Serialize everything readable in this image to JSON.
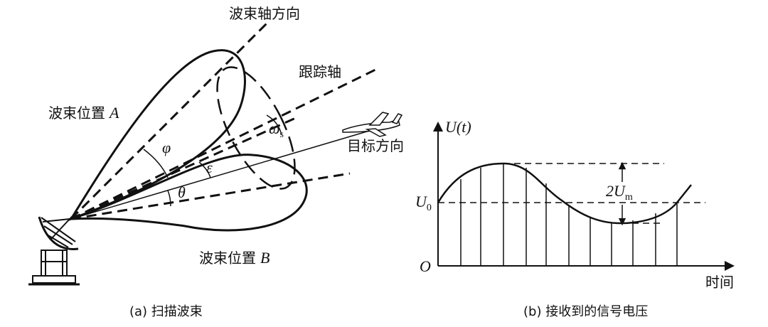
{
  "left": {
    "beam_axis": "波束轴方向",
    "tracking_axis": "跟踪轴",
    "beam_a": "波束位置",
    "beam_a_letter": "A",
    "beam_b": "波束位置",
    "beam_b_letter": "B",
    "target_dir": "目标方向",
    "phi": "φ",
    "epsilon": "ε",
    "theta": "θ",
    "omega": "ω",
    "omega_sub": "s",
    "caption": "(a) 扫描波束"
  },
  "right": {
    "y_axis": "U(t)",
    "u0": "U",
    "u0_sub": "0",
    "origin": "O",
    "amp": "2U",
    "amp_sub": "m",
    "x_axis": "时间",
    "caption": "(b) 接收到的信号电压"
  }
}
